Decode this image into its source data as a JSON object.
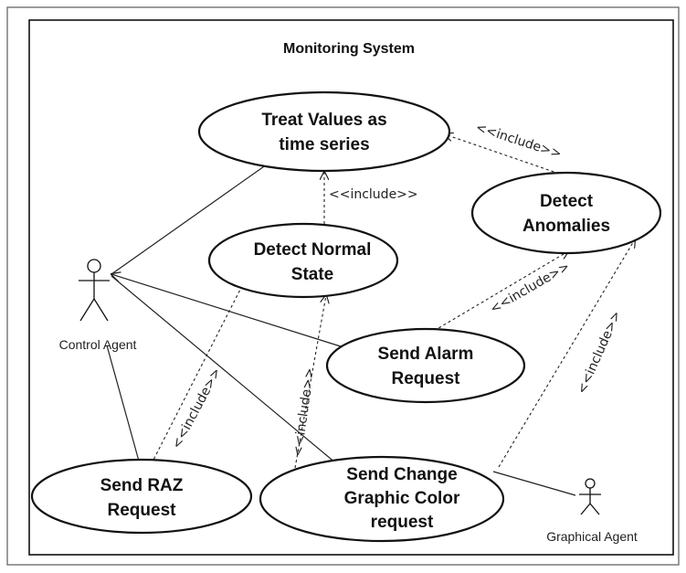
{
  "system": {
    "title": "Monitoring System"
  },
  "actors": {
    "control": "Control Agent",
    "graphical": "Graphical Agent"
  },
  "use_cases": {
    "treat_values": [
      "Treat Values as",
      "time series"
    ],
    "detect_normal": [
      "Detect Normal",
      "State"
    ],
    "detect_anomalies": [
      "Detect",
      "Anomalies"
    ],
    "send_alarm": [
      "Send Alarm",
      "Request"
    ],
    "send_raz": [
      "Send RAZ",
      "Request"
    ],
    "send_change": [
      "Send Change",
      "Graphic Color",
      "request"
    ]
  },
  "include_label": "<<include>>"
}
